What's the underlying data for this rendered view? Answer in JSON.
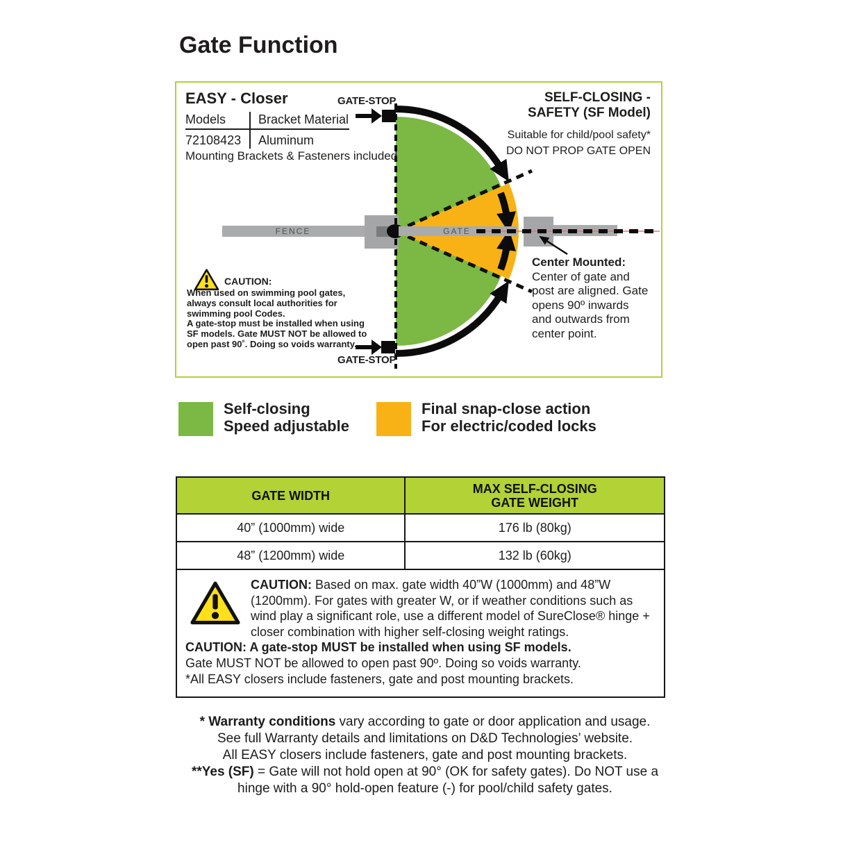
{
  "page_title": "Gate Function",
  "colors": {
    "lime": "#b2d235",
    "green": "#7bb844",
    "orange": "#f9b215",
    "caution_yellow": "#ffe01a",
    "bar_gray": "#aaabad",
    "post_gray": "#a5a6a8",
    "red_line": "#f26d6d"
  },
  "diagram": {
    "product_name": "EASY - Closer",
    "models_header": "Models",
    "bracket_header": "Bracket Material",
    "model_number": "72108423",
    "bracket_material": "Aluminum",
    "included_note": "Mounting Brackets & Fasteners included",
    "gate_stop_label_top": "GATE-STOP",
    "gate_stop_label_bottom": "GATE-STOP",
    "right_heading_line1": "SELF-CLOSING -",
    "right_heading_line2": "SAFETY (SF Model)",
    "right_sub1": "Suitable for child/pool safety*",
    "right_sub2": "DO NOT PROP GATE OPEN",
    "fence_label": "FENCE",
    "gate_label": "GATE",
    "center_mounted_heading": "Center Mounted:",
    "center_mounted_body": "Center of gate and post are aligned. Gate opens 90º inwards and outwards from center point.",
    "caution_heading": "CAUTION:",
    "caution_lines": [
      "When used on swimming pool gates,",
      "always consult local authorities for",
      "swimming pool Codes.",
      "A gate-stop must be installed when using",
      "SF models. Gate MUST NOT be allowed to",
      "open past 90˚. Doing so voids warranty."
    ]
  },
  "legend": {
    "items": [
      {
        "color": "#7bb844",
        "line1": "Self-closing",
        "line2": "Speed adjustable"
      },
      {
        "color": "#f9b215",
        "line1": "Final snap-close action",
        "line2": "For electric/coded locks"
      }
    ]
  },
  "spec_table": {
    "header_col1": "GATE WIDTH",
    "header_col2_line1": "MAX SELF-CLOSING",
    "header_col2_line2": "GATE WEIGHT",
    "rows": [
      {
        "width": "40” (1000mm) wide",
        "weight": "176 lb (80kg)"
      },
      {
        "width": "48” (1200mm) wide",
        "weight": "132 lb (60kg)"
      }
    ],
    "caution": {
      "c1_bold": "CAUTION:",
      "c1_rest": " Based on max. gate width 40”W (1000mm) and 48”W (1200mm). For gates with greater W, or if weather conditions such as wind play a significant role, use a different model of SureClose® hinge + closer combination with higher self-closing weight ratings.",
      "c2_bold": "CAUTION: A gate-stop MUST be installed when using SF models.",
      "c3": "Gate MUST NOT be allowed to open past 90º. Doing so voids warranty.",
      "c4": "*All EASY closers include fasteners, gate and post mounting brackets."
    }
  },
  "footnotes": {
    "l1_bold": "* Warranty conditions",
    "l1_rest": " vary according to gate or door application and usage.",
    "l2": "See full Warranty details and limitations on D&D Technologies’ website.",
    "l3": "All EASY closers include fasteners, gate and post mounting brackets.",
    "l4_bold": "**Yes (SF)",
    "l4_rest": " = Gate will not hold open at 90° (OK for safety gates). Do NOT use a",
    "l5": "hinge with a 90° hold-open feature (-) for pool/child safety gates."
  }
}
